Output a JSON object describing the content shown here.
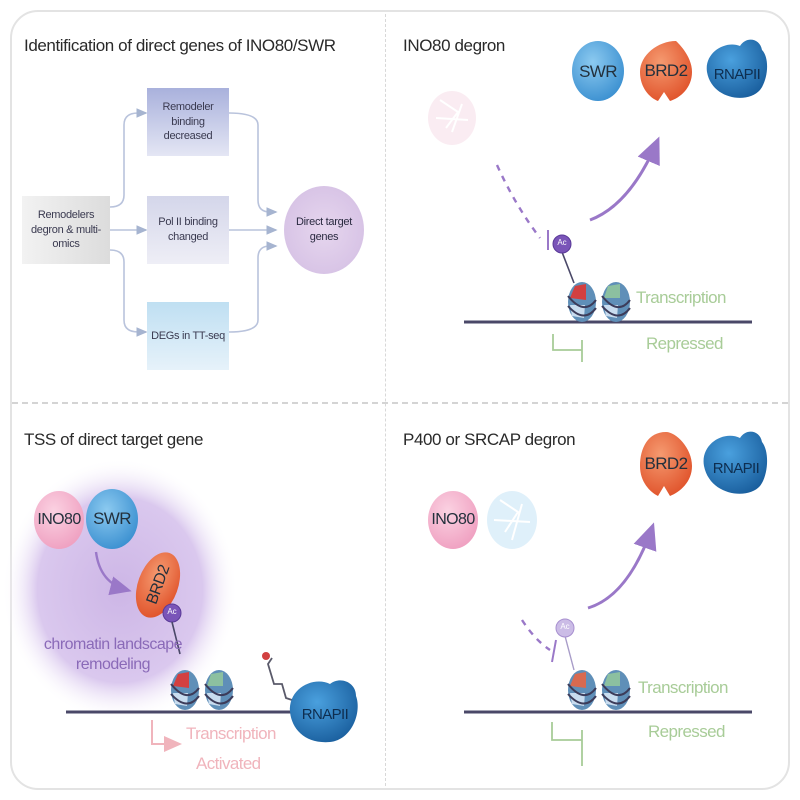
{
  "figure": {
    "panels": {
      "top_left": {
        "title": "Identification of direct genes of INO80/SWR",
        "source_box": "Remodelers degron & multi-omics",
        "middle_boxes": [
          "Remodeler binding decreased",
          "Pol II binding changed",
          "DEGs in TT-seq"
        ],
        "target": "Direct target genes"
      },
      "top_right": {
        "title": "INO80 degron",
        "proteins": [
          "SWR",
          "BRD2",
          "RNAPII"
        ],
        "ac_label": "Ac",
        "outcome_line1": "Transcription",
        "outcome_line2": "Repressed"
      },
      "bottom_left": {
        "title": "TSS of direct target gene",
        "proteins": [
          "INO80",
          "SWR",
          "BRD2",
          "RNAPII"
        ],
        "ac_label": "Ac",
        "halo_label_line1": "chromatin landscape",
        "halo_label_line2": "remodeling",
        "outcome_line1": "Transcription",
        "outcome_line2": "Activated"
      },
      "bottom_right": {
        "title": "P400 or SRCAP degron",
        "proteins": [
          "INO80",
          "BRD2",
          "RNAPII"
        ],
        "ac_label": "Ac",
        "outcome_line1": "Transcription",
        "outcome_line2": "Repressed"
      }
    },
    "colors": {
      "swr": "#4a9fd8",
      "brd2": "#e8643a",
      "rnapii": "#2a78b8",
      "ino80": "#f2a9c8",
      "ac": "#7a55b8",
      "arrow_purple": "#9a78c8",
      "repressed_green": "#a8cc98",
      "activated_pink": "#f0b4bc",
      "dna": "#4a4868"
    }
  }
}
